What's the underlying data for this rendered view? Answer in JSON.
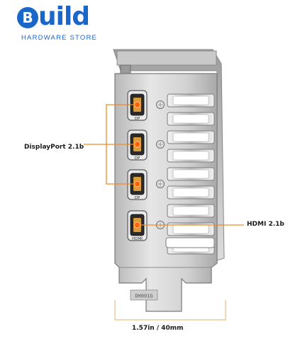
{
  "brand": {
    "logo_glyph": "B",
    "logo_word": "uild",
    "tagline": "HARDWARE STORE",
    "color": "#1a66c9"
  },
  "ports": {
    "displayport": {
      "count": 3,
      "label": "DisplayPort 2.1b",
      "port_marking": "DP"
    },
    "hdmi": {
      "count": 1,
      "label": "HDMI 2.1b",
      "port_marking": "HDMI"
    }
  },
  "dimensions": {
    "width_label": "1.57in / 40mm"
  },
  "bracket": {
    "foot_marking": "DH001G",
    "vent_slots": 9
  },
  "colors": {
    "callout_line": "#f08a24",
    "port_dot": "#ff5a00",
    "bracket_metal": "#d6d6d6"
  }
}
